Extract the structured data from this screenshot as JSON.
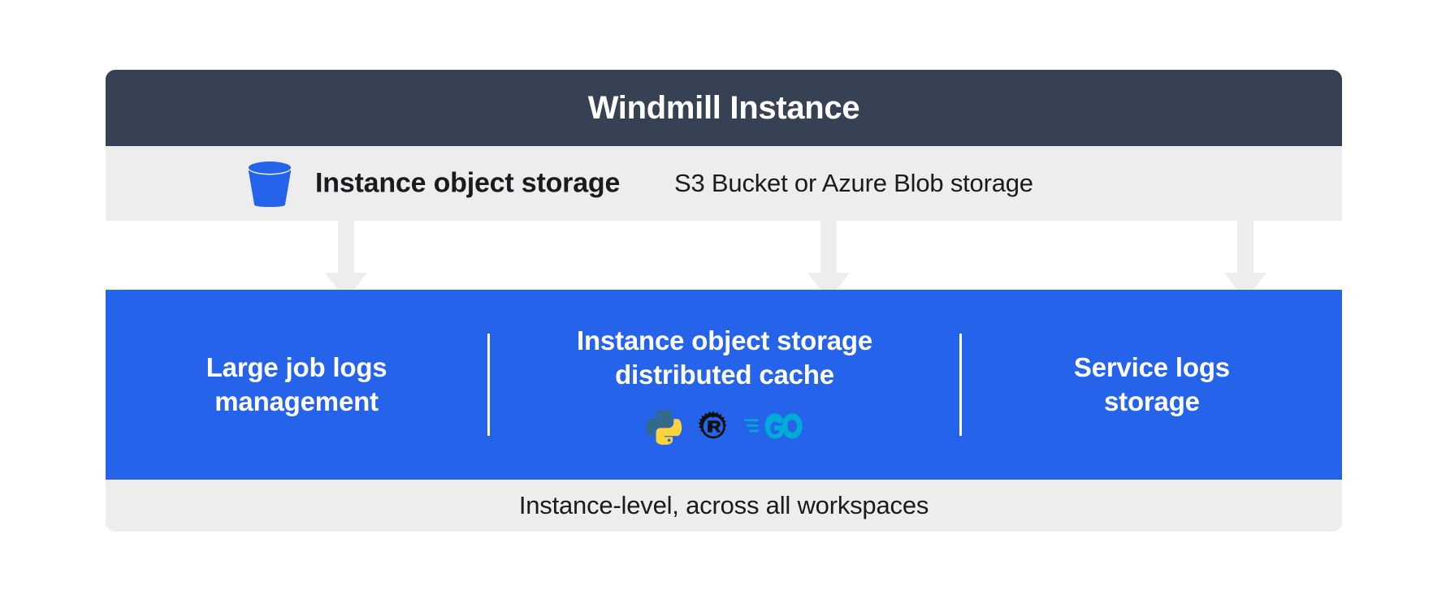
{
  "header": {
    "title": "Windmill Instance",
    "background_color": "#364153"
  },
  "subheader": {
    "icon": "bucket-icon",
    "label": "Instance object storage",
    "note": "S3 Bucket or Azure Blob storage",
    "background_color": "#ededed"
  },
  "connectors": {
    "color": "#ededed",
    "arrows": [
      {
        "name": "arrow-to-large-job-logs"
      },
      {
        "name": "arrow-to-distributed-cache"
      },
      {
        "name": "arrow-to-service-logs"
      }
    ]
  },
  "panel": {
    "background_color": "#2563eb",
    "columns": [
      {
        "title": "Large job logs management",
        "title_line_1": "Large job logs",
        "title_line_2": "management",
        "logos": []
      },
      {
        "title": "Instance object storage distributed cache",
        "title_line_1": "Instance object storage",
        "title_line_2": "distributed cache",
        "logos": [
          {
            "name": "python-logo",
            "label": "Python"
          },
          {
            "name": "rust-logo",
            "label": "Rust"
          },
          {
            "name": "go-logo",
            "label": "Go"
          }
        ]
      },
      {
        "title": "Service logs storage",
        "title_line_1": "Service logs",
        "title_line_2": "storage",
        "logos": []
      }
    ]
  },
  "footer": {
    "text": "Instance-level, across all workspaces",
    "background_color": "#ededed"
  },
  "colors": {
    "accent_blue": "#2563eb",
    "dark_slate": "#364153",
    "light_gray": "#ededed",
    "bucket_blue": "#2563eb",
    "python_dark": "#336b87",
    "python_yellow": "#ffd43b",
    "rust_black": "#111111",
    "go_cyan": "#00acd7"
  }
}
